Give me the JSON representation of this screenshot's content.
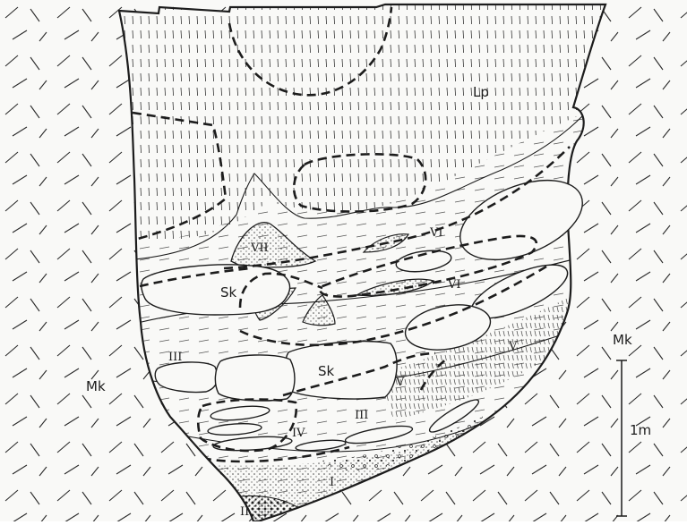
{
  "labels": {
    "lp": "Lp",
    "mk_right": "Mk",
    "mk_left": "Mk",
    "sk_upper": "Sk",
    "sk_lower": "Sk",
    "vii": "VII",
    "vi_upper": "VI",
    "vi_lower": "VI",
    "v_left": "V",
    "v_right": "V",
    "iii_left": "III",
    "iii_right": "III",
    "iv": "IV",
    "i": "I",
    "ii": "II"
  },
  "scale_bar": {
    "label": "1m"
  },
  "colors": {
    "ink": "#1c1c1c",
    "paper": "#f9f9f7",
    "stipple": "#3a3a3a"
  }
}
